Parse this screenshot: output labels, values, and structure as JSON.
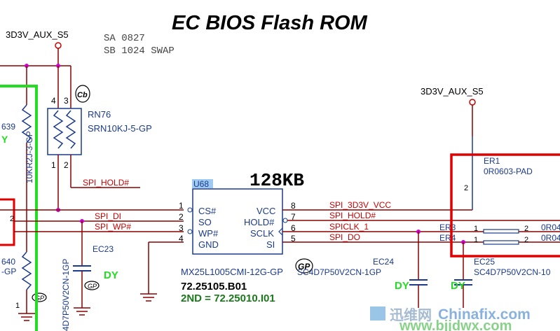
{
  "title": "EC BIOS Flash ROM",
  "notes": [
    "SA 0827",
    "SB 1024 SWAP"
  ],
  "power": {
    "left_rail": "3D3V_AUX_S5",
    "right_rail": "3D3V_AUX_S5"
  },
  "rn76": {
    "ref": "RN76",
    "value": "SRN10KJ-5-GP",
    "pins": [
      "4",
      "3",
      "1",
      "2"
    ],
    "cb_mark": "Cb"
  },
  "left_res": {
    "value": "10KR2J-3-GP",
    "partial_ref": "639",
    "partial_dy": "Y",
    "partial_640": "640",
    "partial_gp": "-GP"
  },
  "u68": {
    "ref": "U68",
    "size": "128KB",
    "part": "MX25L1005CMI-12G-GP",
    "gp_mark": "GP",
    "bom1": "72.25105.B01",
    "bom2": "2ND = 72.25010.I01",
    "left_pins": [
      {
        "name": "CS#",
        "num": "1"
      },
      {
        "name": "SO",
        "num": "2"
      },
      {
        "name": "WP#",
        "num": "3"
      },
      {
        "name": "GND",
        "num": "4"
      }
    ],
    "right_pins": [
      {
        "name": "VCC",
        "num": "8"
      },
      {
        "name": "HOLD#",
        "num": "7"
      },
      {
        "name": "SCLK",
        "num": "6"
      },
      {
        "name": "SI",
        "num": "5"
      }
    ]
  },
  "nets": {
    "hold_left": "SPI_HOLD#",
    "spi_di": "SPI_DI",
    "spi_wp": "SPI_WP#",
    "spi_vcc": "SPI_3D3V_VCC",
    "hold_right": "SPI_HOLD#",
    "sclk": "SPICLK_1",
    "spi_do": "SPI_DO"
  },
  "caps": {
    "ec23": "EC23",
    "ec23_part": "4D7P50V2CN-1GP",
    "ec24": "EC24",
    "ec24_part": "SC4D7P50V2CN-1GP",
    "ec25": "EC25",
    "ec25_part": "SC4D7P50V2CN-10",
    "dy": "DY"
  },
  "er": {
    "er1": "ER1",
    "er1_part": "0R0603-PAD",
    "er1_pin": "2",
    "er3": "ER3",
    "er4": "ER4",
    "er_partial": "0R04",
    "pin1": "1",
    "pin2": "2"
  },
  "left_pin": "2",
  "watermark": {
    "cn": "迅维网",
    "url": "www.bjjdwx.com",
    "chinafix": "Chinafix.com"
  },
  "colors": {
    "wire": "#8b0000",
    "net_label": "#cc0000",
    "component": "#1a3a8c",
    "box_blue": "#1a3a8c",
    "highlight_red": "#e00000",
    "highlight_green": "#22dd22",
    "text_black": "#000000",
    "bom_green": "#1a7a1a"
  }
}
